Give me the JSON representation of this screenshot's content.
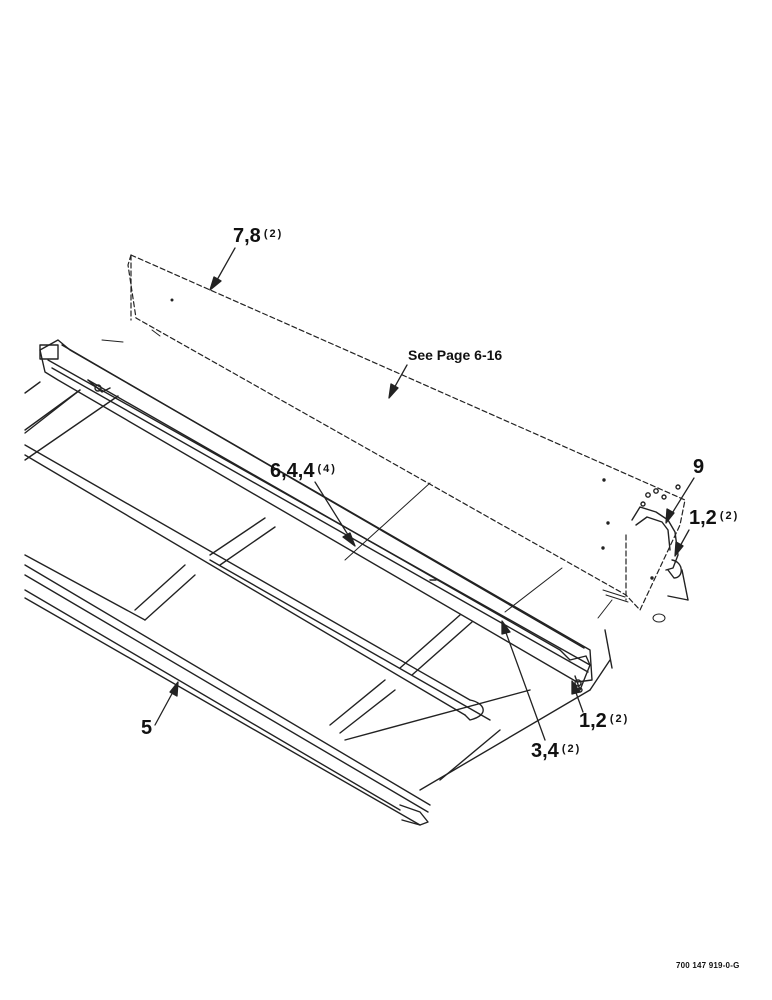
{
  "callouts": {
    "c78": {
      "label": "7,8",
      "qty": "(2)"
    },
    "see": {
      "label": "See Page 6-16"
    },
    "c644": {
      "label": "6,4,4",
      "qty": "(4)"
    },
    "c9": {
      "label": "9"
    },
    "c12a": {
      "label": "1,2",
      "qty": "(2)"
    },
    "c12b": {
      "label": "1,2",
      "qty": "(2)"
    },
    "c34": {
      "label": "3,4",
      "qty": "(2)"
    },
    "c5": {
      "label": "5"
    }
  },
  "drawing_number": "700 147 919-0-G"
}
